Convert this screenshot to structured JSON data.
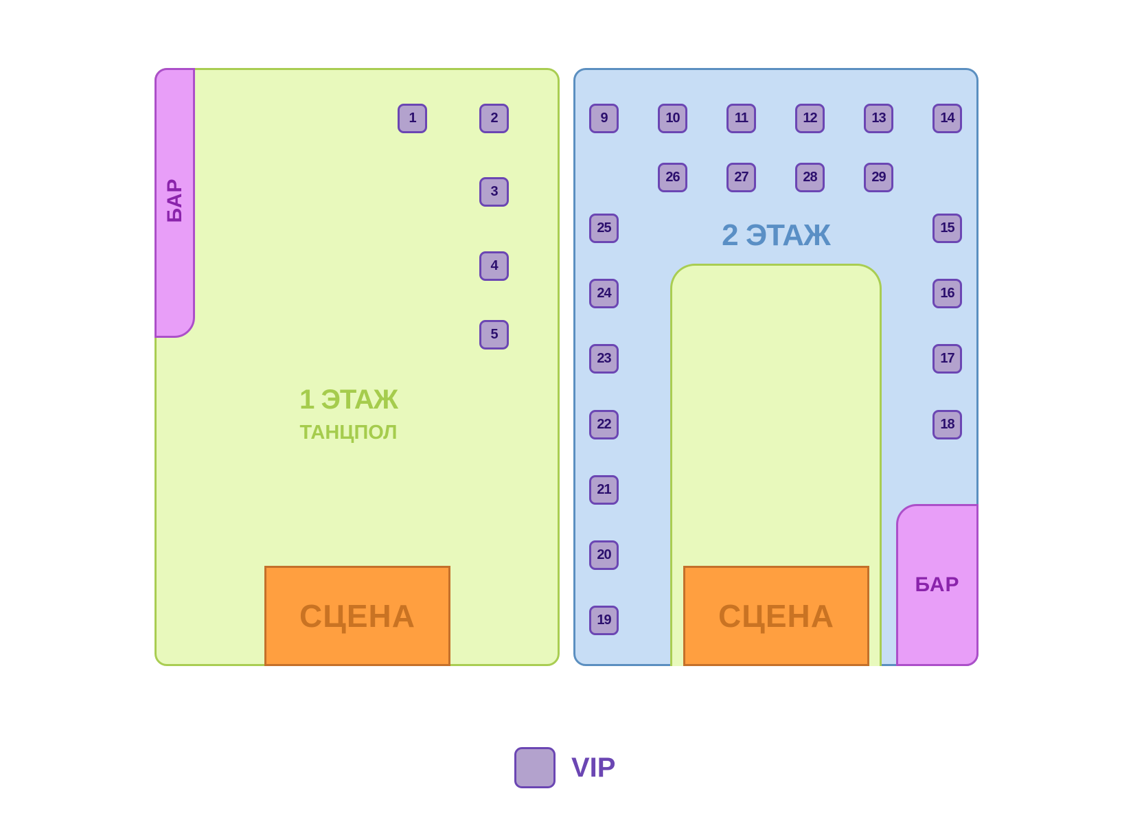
{
  "floor1": {
    "title": "1 ЭТАЖ",
    "subtitle": "ТАНЦПОЛ",
    "bar_label": "БАР",
    "stage_label": "СЦЕНА",
    "fill_color": "#e8f9bc",
    "border_color": "#a9cd52"
  },
  "floor2": {
    "title": "2 ЭТАЖ",
    "bar_label": "БАР",
    "stage_label": "СЦЕНА",
    "fill_color": "#c7ddf5",
    "border_color": "#5b8fc0"
  },
  "seats": [
    {
      "label": "1",
      "floor": 1,
      "type": "VIP"
    },
    {
      "label": "2",
      "floor": 1,
      "type": "VIP"
    },
    {
      "label": "3",
      "floor": 1,
      "type": "VIP"
    },
    {
      "label": "4",
      "floor": 1,
      "type": "VIP"
    },
    {
      "label": "5",
      "floor": 1,
      "type": "VIP"
    },
    {
      "label": "9",
      "floor": 2,
      "type": "VIP"
    },
    {
      "label": "10",
      "floor": 2,
      "type": "VIP"
    },
    {
      "label": "11",
      "floor": 2,
      "type": "VIP"
    },
    {
      "label": "12",
      "floor": 2,
      "type": "VIP"
    },
    {
      "label": "13",
      "floor": 2,
      "type": "VIP"
    },
    {
      "label": "14",
      "floor": 2,
      "type": "VIP"
    },
    {
      "label": "15",
      "floor": 2,
      "type": "VIP"
    },
    {
      "label": "16",
      "floor": 2,
      "type": "VIP"
    },
    {
      "label": "17",
      "floor": 2,
      "type": "VIP"
    },
    {
      "label": "18",
      "floor": 2,
      "type": "VIP"
    },
    {
      "label": "19",
      "floor": 2,
      "type": "VIP"
    },
    {
      "label": "20",
      "floor": 2,
      "type": "VIP"
    },
    {
      "label": "21",
      "floor": 2,
      "type": "VIP"
    },
    {
      "label": "22",
      "floor": 2,
      "type": "VIP"
    },
    {
      "label": "23",
      "floor": 2,
      "type": "VIP"
    },
    {
      "label": "24",
      "floor": 2,
      "type": "VIP"
    },
    {
      "label": "25",
      "floor": 2,
      "type": "VIP"
    },
    {
      "label": "26",
      "floor": 2,
      "type": "VIP"
    },
    {
      "label": "27",
      "floor": 2,
      "type": "VIP"
    },
    {
      "label": "28",
      "floor": 2,
      "type": "VIP"
    },
    {
      "label": "29",
      "floor": 2,
      "type": "VIP"
    }
  ],
  "legend": {
    "label": "VIP",
    "color": "#b3a2cd"
  },
  "colors": {
    "bar": "#e89ef8",
    "stage": "#ff9f40",
    "seat_border": "#6b46b3"
  }
}
